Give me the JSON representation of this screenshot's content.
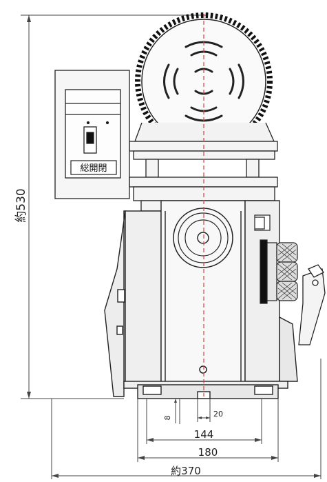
{
  "drawing": {
    "dimensions": {
      "height": "約530",
      "width": "約370",
      "base_180": "180",
      "base_144": "144",
      "slot_8": "8",
      "slot_20": "20"
    },
    "control_panel": {
      "switch_label": "総開閉"
    }
  }
}
